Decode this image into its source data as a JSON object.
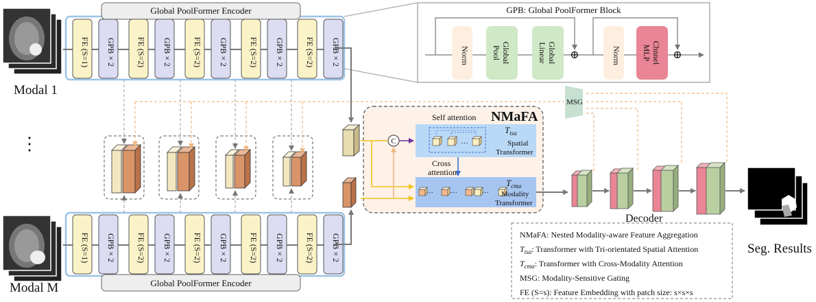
{
  "encoder": {
    "title": "Global PoolFormer Encoder",
    "stages": [
      {
        "fe": "FE (S=1)",
        "gpb": "GPB × 2"
      },
      {
        "fe": "FE (S=2)",
        "gpb": "GPB × 2"
      },
      {
        "fe": "FE (S=2)",
        "gpb": "GPB × 2"
      },
      {
        "fe": "FE (S=2)",
        "gpb": "GPB × 2"
      },
      {
        "fe": "FE (S=2)",
        "gpb": "GPB × 2"
      }
    ]
  },
  "inputs": {
    "top": "Modal 1",
    "bottom": "Modal M",
    "ellipsis": "⋮"
  },
  "gpb_block": {
    "title": "GPB: Global PoolFormer Block",
    "items": [
      "Norm",
      "Global Pool",
      "Global Linear",
      "Norm",
      "Chnnel MLP"
    ],
    "add_symbol": "⊕"
  },
  "nmafa": {
    "title": "NMaFA",
    "self_attention": "Self attention",
    "cross_attention_1": "Cross",
    "cross_attention_2": "attention",
    "concat": "C",
    "tsa_symbol": "T",
    "tsa_sub": "tsa",
    "tsa_line1": "Spatial",
    "tsa_line2": "Transformer",
    "tsa_dots": "···",
    "cma_symbol": "T",
    "cma_sub": "cma",
    "cma_line1": "Modality",
    "cma_line2": "Transformer",
    "cma_dots": "···"
  },
  "msg": "MSG",
  "decoder": "Decoder",
  "output": "Seg. Results",
  "legend": [
    {
      "sym": "",
      "sub": "",
      "text": "NMaFA: Nested Modality-aware Feature Aggregation"
    },
    {
      "sym": "T",
      "sub": "tsa",
      "text": ": Transformer with Tri-orientated Spatial Attention"
    },
    {
      "sym": "T",
      "sub": "cma",
      "text": ": Transformer with Cross-Modality Attention"
    },
    {
      "sym": "",
      "sub": "",
      "text": "MSG: Modality-Sensitive Gating"
    },
    {
      "sym": "",
      "sub": "",
      "text": "FE (S=s): Feature Embedding with patch size: s×s×s"
    }
  ],
  "colors": {
    "fe_fill": "#fbf3c8",
    "gpb_fill": "#dcdcf3",
    "encoder_border": "#9cc3e6",
    "nmafa_fill": "#fdf1e8",
    "tsa_fill": "#b9d9f7",
    "cma_fill": "#a7c5f1",
    "dec_pink": "#e98594",
    "dec_green": "#b9cfa0",
    "feat_orange": "#d99468",
    "feat_cream": "#f3e7c0",
    "arrow_orange": "#f0b882",
    "arrow_yellow": "#f2c21b",
    "arrow_purple": "#6b2fa0",
    "arrow_grey": "#888888"
  }
}
